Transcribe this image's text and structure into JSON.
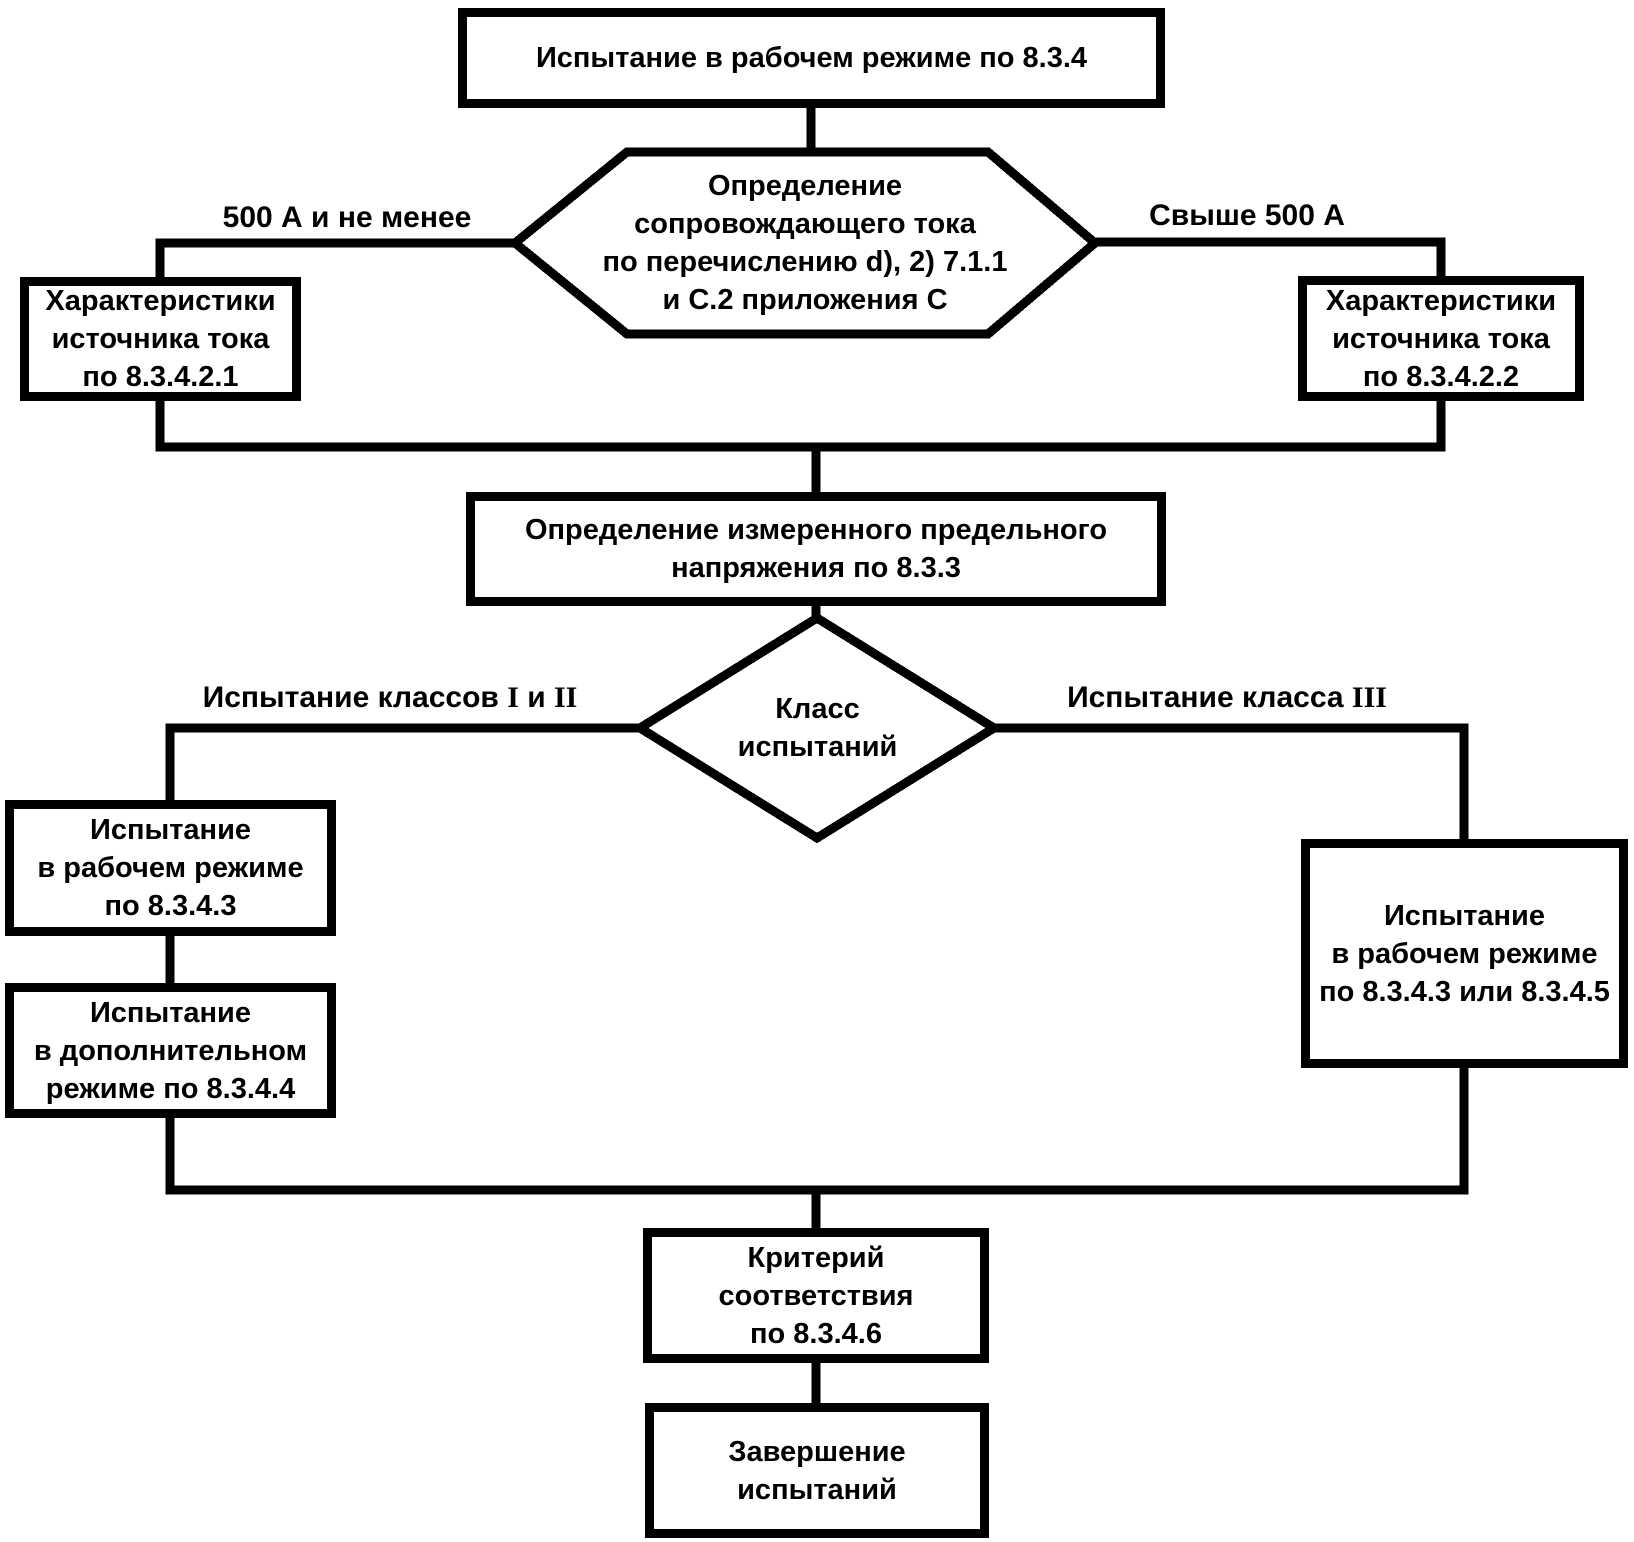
{
  "figure": {
    "background": "#ffffff",
    "line_color": "#000000",
    "nodes": {
      "start": "Испытание в рабочем режиме по 8.3.4",
      "follow_current_decision": "Определение\nсопровождающего тока\nпо перечислению d), 2) 7.1.1\nи С.2 приложения С",
      "source_left": "Характеристики\nисточника тока\nпо 8.3.4.2.1",
      "source_right": "Характеристики\nисточника тока\nпо 8.3.4.2.2",
      "measured_voltage": "Определение измеренного предельного\nнапряжения по 8.3.3",
      "class_decision": "Класс\nиспытаний",
      "operating_mode_test": "Испытание\nв рабочем режиме\nпо 8.3.4.3",
      "additional_mode_test": "Испытание\nв дополнительном\nрежиме по 8.3.4.4",
      "class3_test": "Испытание\nв рабочем режиме\nпо 8.3.4.3 или 8.3.4.5",
      "criteria": "Критерий\nсоответствия\nпо 8.3.4.6",
      "finish": "Завершение\nиспытаний"
    },
    "edge_labels": {
      "left_current": "500 А и не менее",
      "right_current": "Свыше 500 А",
      "class_1_2": {
        "prefix": "Испытание классов ",
        "roman_a": "I",
        "conj": " и ",
        "roman_b": "II"
      },
      "class_3": {
        "prefix": "Испытание класса ",
        "roman": "III"
      }
    }
  }
}
